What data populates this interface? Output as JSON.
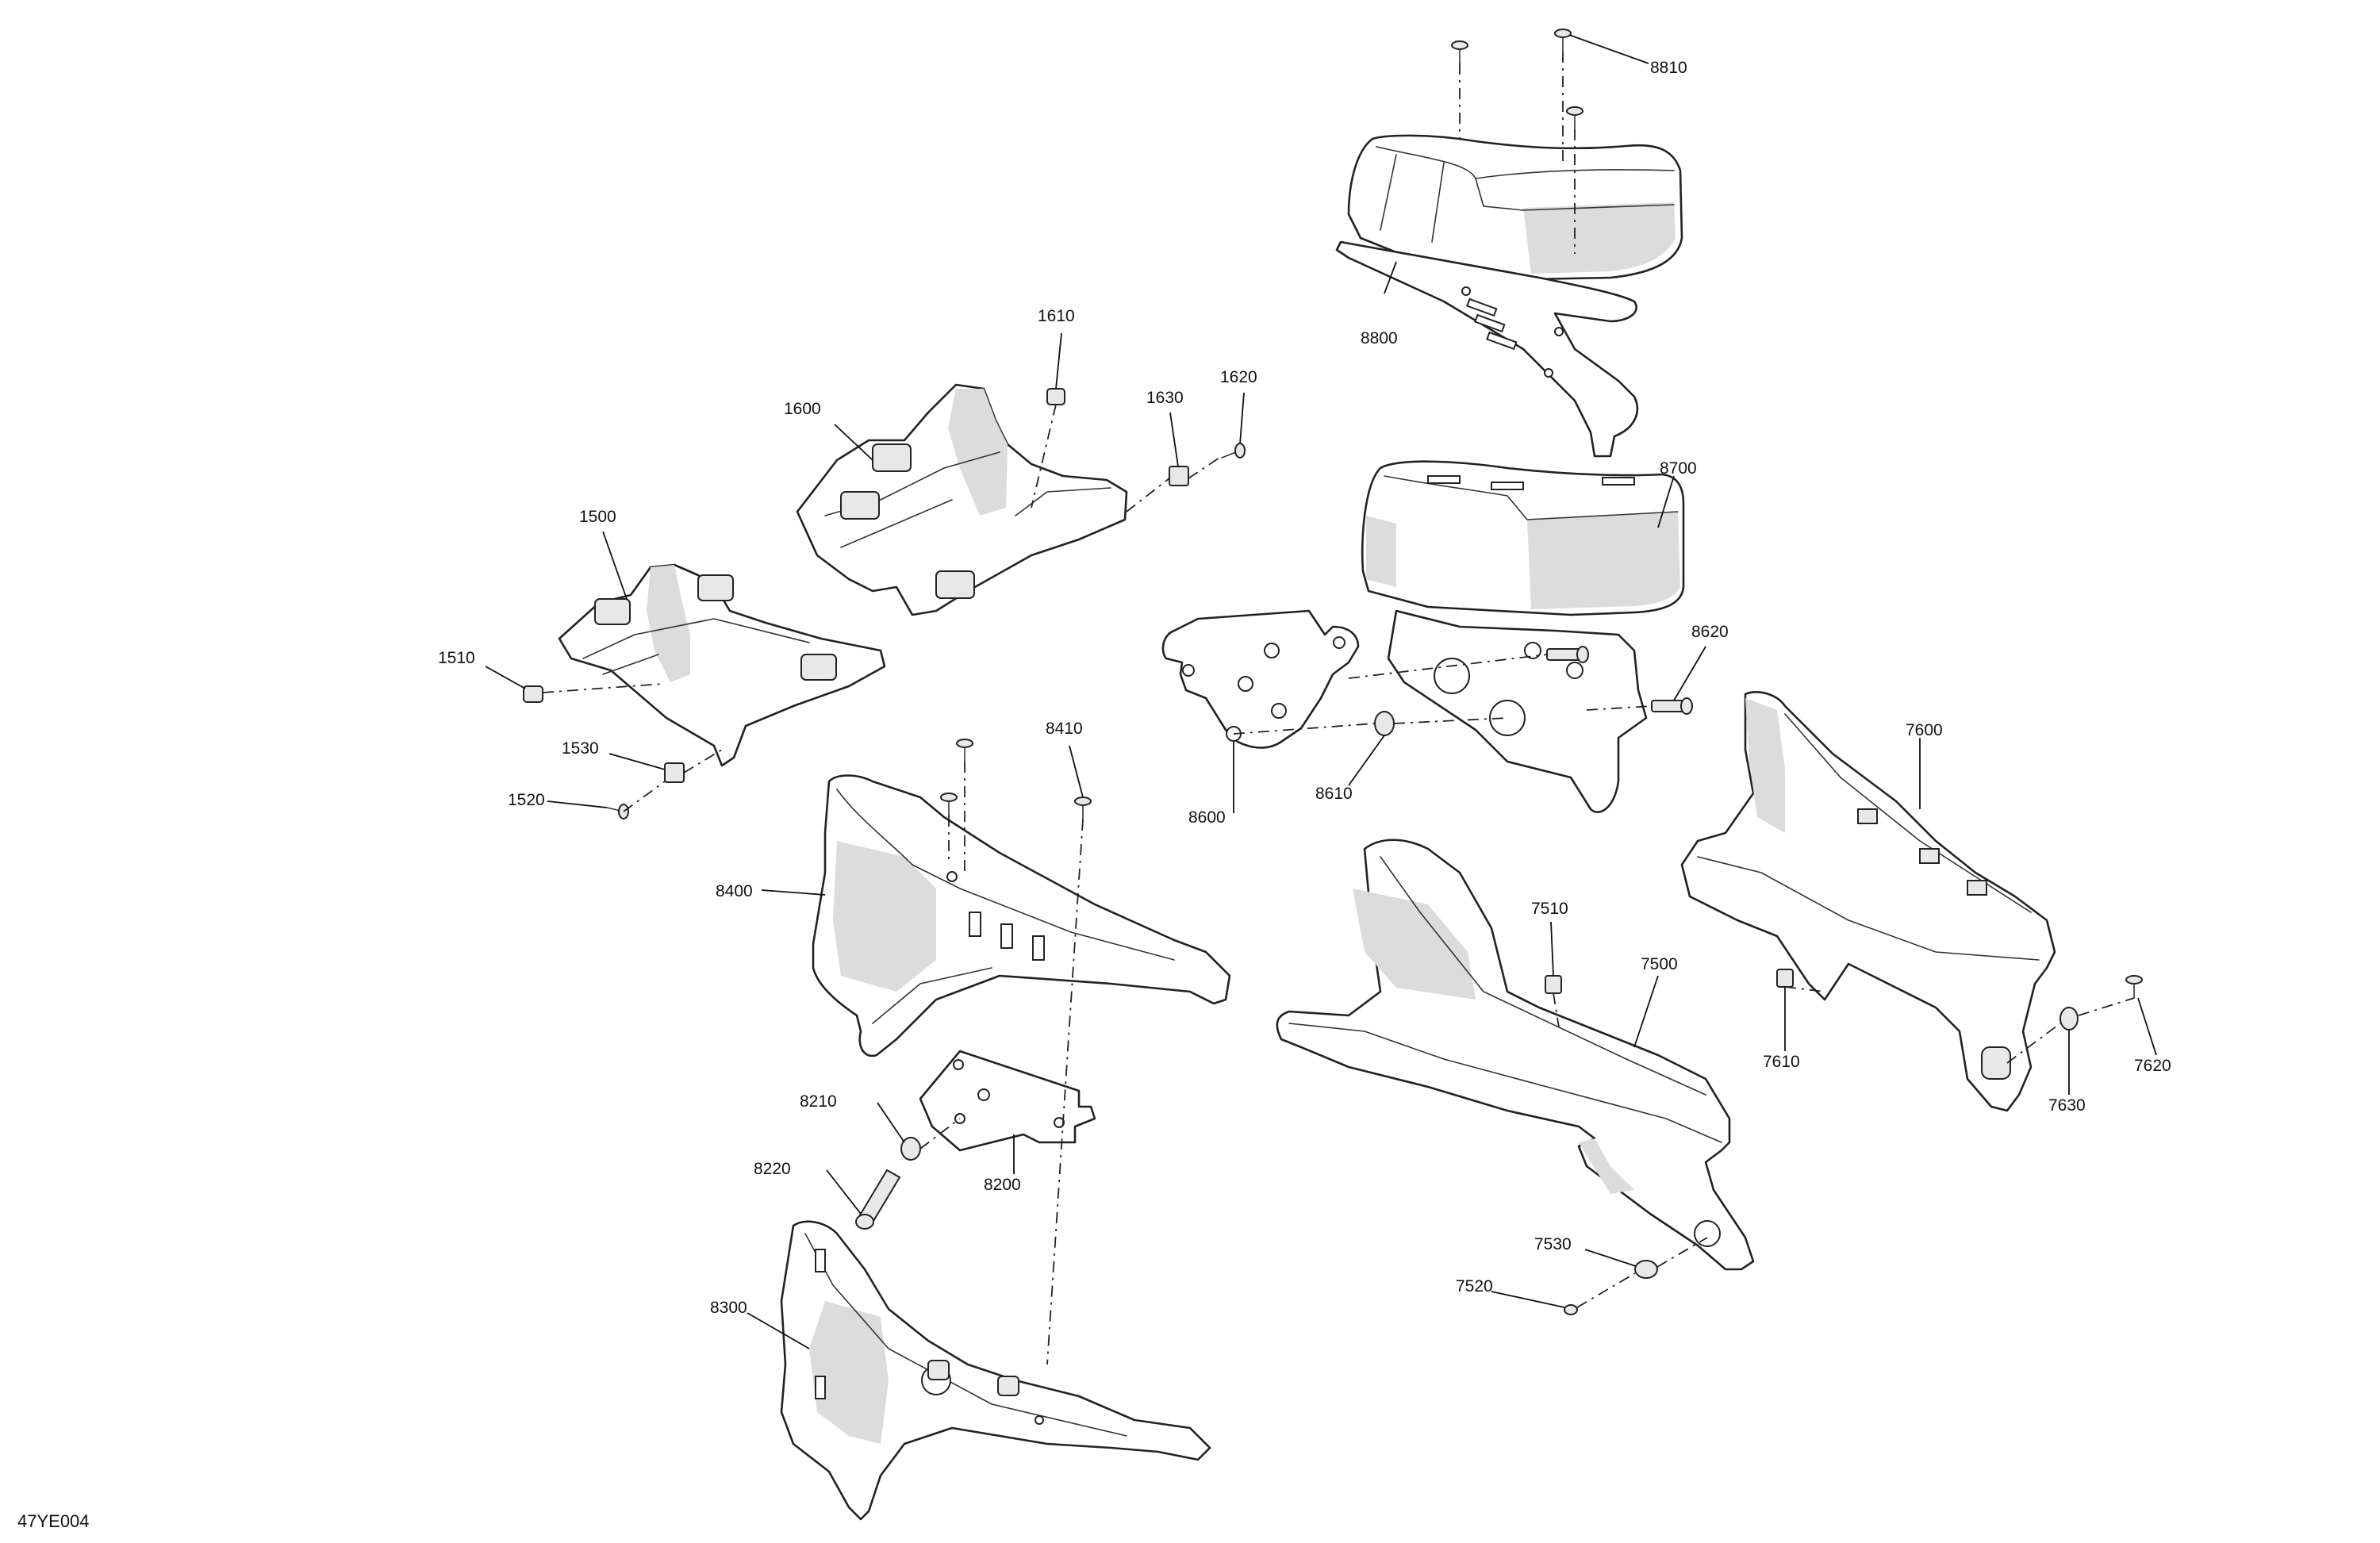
{
  "diagram": {
    "code": "47YE004",
    "callouts": {
      "c8810": "8810",
      "c8800": "8800",
      "c1610": "1610",
      "c1620": "1620",
      "c1630": "1630",
      "c1600": "1600",
      "c1500": "1500",
      "c1510": "1510",
      "c1530": "1530",
      "c1520": "1520",
      "c8700": "8700",
      "c8620": "8620",
      "c8600": "8600",
      "c8610": "8610",
      "c8410": "8410",
      "c8400": "8400",
      "c7600": "7600",
      "c7510": "7510",
      "c7500": "7500",
      "c7610": "7610",
      "c7620": "7620",
      "c7630": "7630",
      "c8210": "8210",
      "c8200": "8200",
      "c8220": "8220",
      "c8300": "8300",
      "c7530": "7530",
      "c7520": "7520"
    }
  }
}
